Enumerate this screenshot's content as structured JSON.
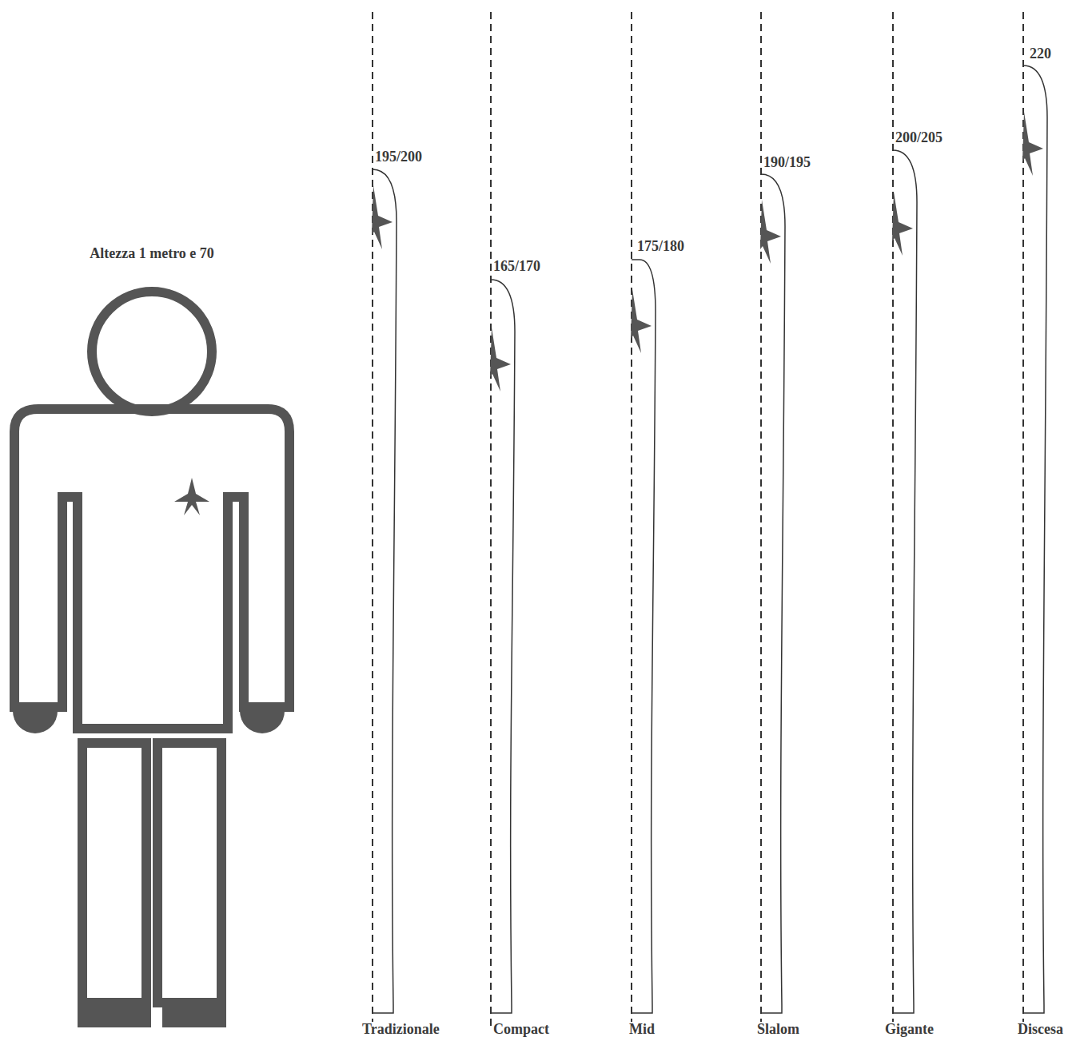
{
  "diagram": {
    "labels": [
      "Altezza 1 metro e 70",
      "195/200",
      "Tradizionale",
      "165/170",
      "Compact",
      "175/180",
      "Mid",
      "190/195",
      "Slalom",
      "200/205",
      "Gigante",
      "220",
      "Discesa"
    ]
  }
}
